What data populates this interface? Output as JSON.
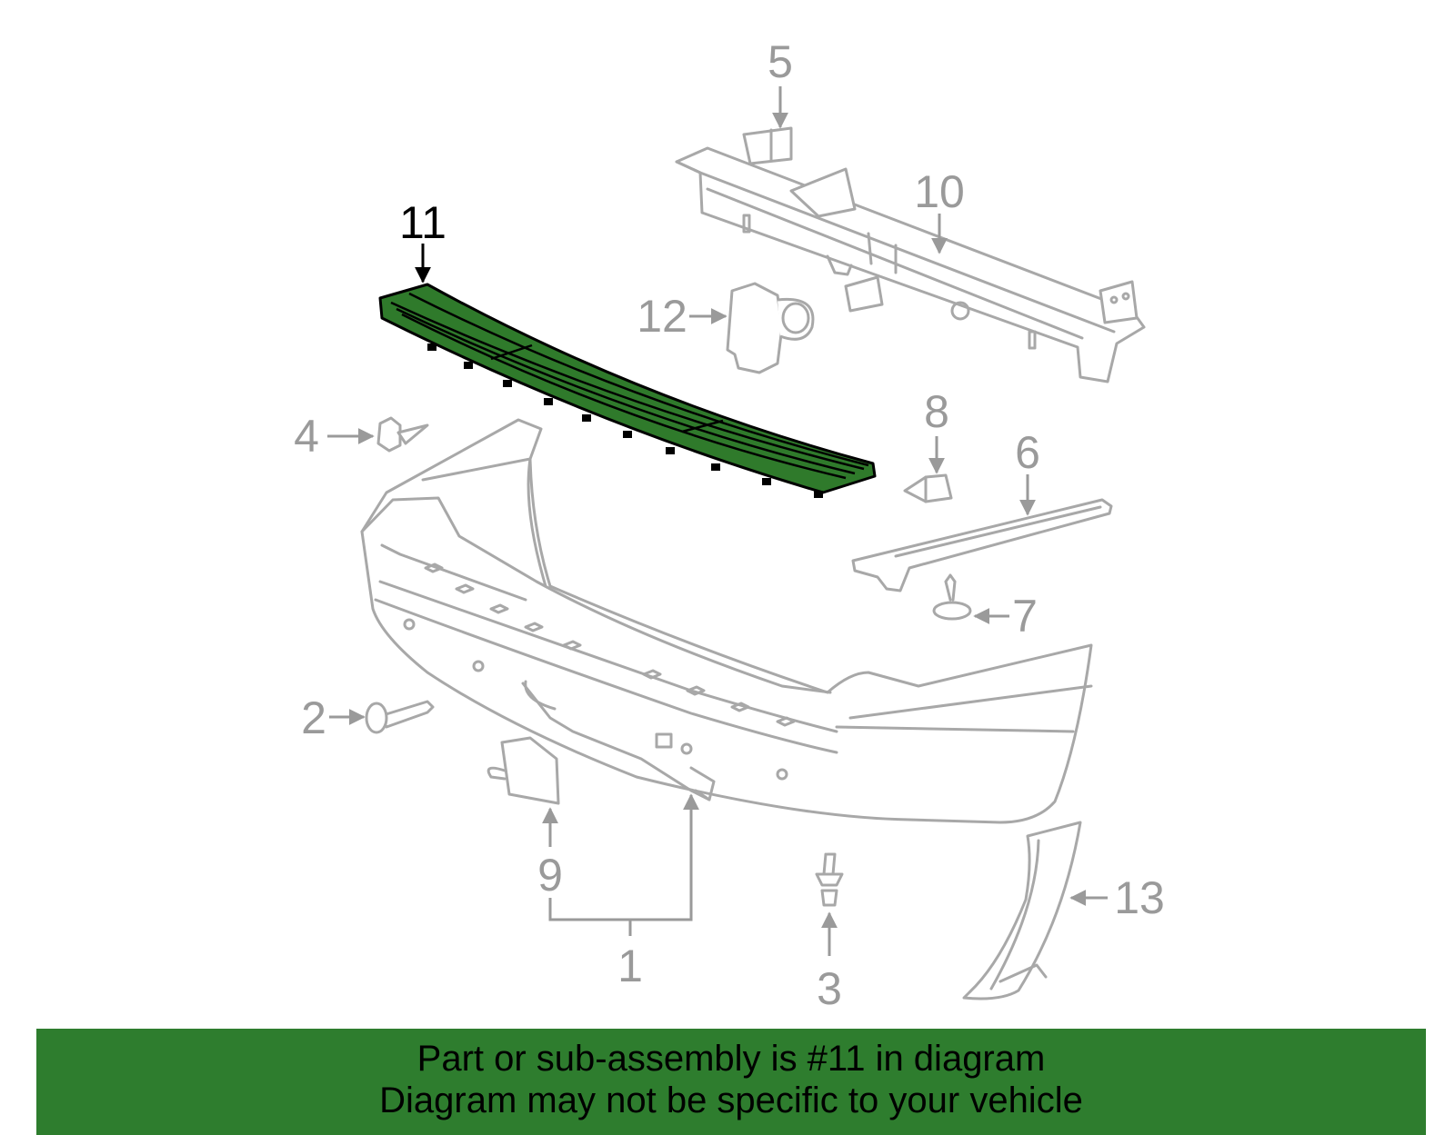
{
  "diagram": {
    "highlight_color": "#2e7d2e",
    "callouts": {
      "c1": "1",
      "c2": "2",
      "c3": "3",
      "c4": "4",
      "c5": "5",
      "c6": "6",
      "c7": "7",
      "c8": "8",
      "c9": "9",
      "c10": "10",
      "c11": "11",
      "c12": "12",
      "c13": "13"
    }
  },
  "banner": {
    "line1": "Part or sub-assembly is #11 in diagram",
    "line2": "Diagram may not be specific to your vehicle"
  }
}
